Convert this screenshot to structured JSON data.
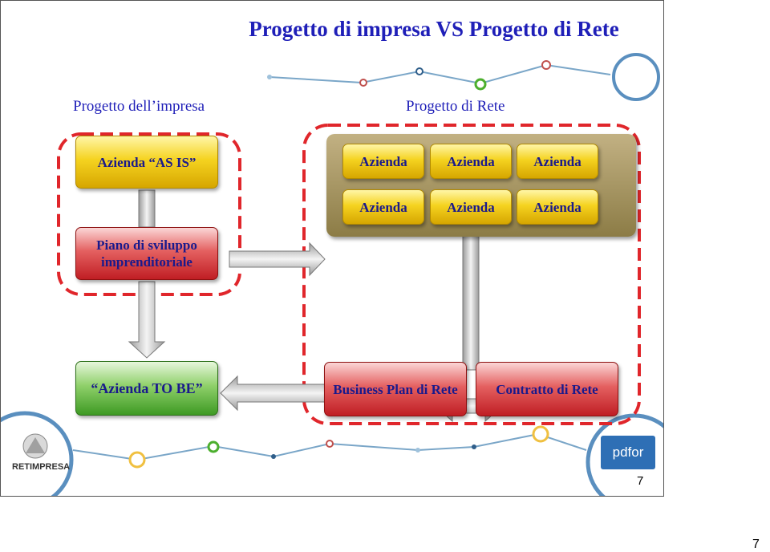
{
  "title": "Progetto di impresa VS Progetto di Rete",
  "left_heading": "Progetto dell’impresa",
  "right_heading": "Progetto di Rete",
  "boxes": {
    "as_is": "Azienda “AS IS”",
    "plan": "Piano di sviluppo imprenditoriale",
    "to_be": "“Azienda TO BE”",
    "business_plan": "Business Plan di Rete",
    "contratto": "Contratto di Rete"
  },
  "network_companies": [
    "Azienda",
    "Azienda",
    "Azienda",
    "Azienda",
    "Azienda",
    "Azienda"
  ],
  "logos": {
    "left": "RETIMPRESA",
    "right": "pdfor"
  },
  "page_number_slide": "7",
  "page_number": "7"
}
